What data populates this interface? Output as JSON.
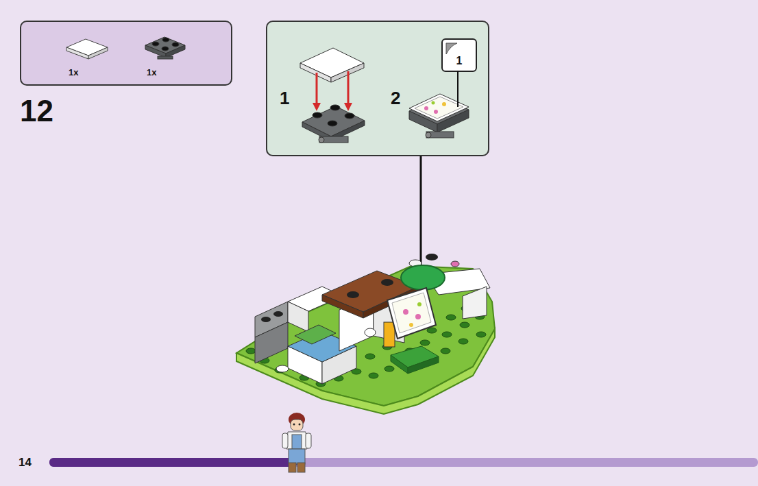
{
  "diagram": {
    "nodes": [
      {
        "text": [
          "1x",
          "1x"
        ]
      },
      {
        "text": [
          "1",
          "2"
        ]
      },
      {
        "text": [
          "1"
        ],
        "in": 1
      }
    ],
    "labels": [
      "12",
      "14"
    ]
  }
}
